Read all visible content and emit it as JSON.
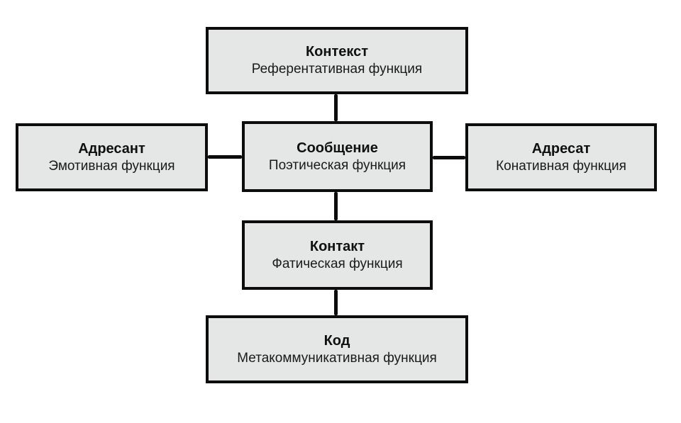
{
  "diagram": {
    "box_fill_color": "#e5e6e6",
    "box_border_color": "#0c0c0c",
    "connector_color": "#0c0c0c",
    "background_color": "#ffffff"
  },
  "nodes": [
    {
      "id": "context",
      "title": "Контекст",
      "subtitle": "Референтативная функция"
    },
    {
      "id": "addresser",
      "title": "Адресант",
      "subtitle": "Эмотивная функция"
    },
    {
      "id": "message",
      "title": "Сообщение",
      "subtitle": "Поэтическая функция"
    },
    {
      "id": "addressee",
      "title": "Адресат",
      "subtitle": "Конативная функция"
    },
    {
      "id": "contact",
      "title": "Контакт",
      "subtitle": "Фатическая функция"
    },
    {
      "id": "code",
      "title": "Код",
      "subtitle": "Метакоммуникативная функция"
    }
  ]
}
